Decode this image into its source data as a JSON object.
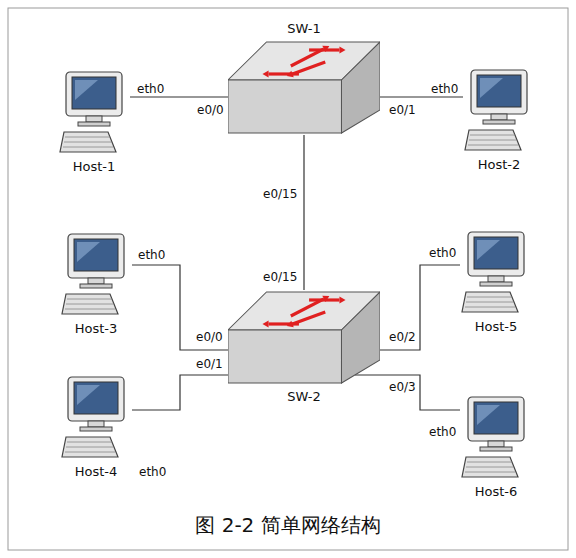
{
  "diagram": {
    "caption": "图 2-2 简单网络结构",
    "nodes": [
      {
        "text": [
          "SW-1"
        ]
      },
      {
        "text": [
          "Host-1"
        ]
      },
      {
        "text": [
          "Host-2"
        ]
      },
      {
        "text": [
          "SW-2"
        ]
      },
      {
        "text": [
          "Host-3"
        ]
      },
      {
        "text": [
          "Host-4"
        ]
      },
      {
        "text": [
          "Host-5"
        ]
      },
      {
        "text": [
          "Host-6"
        ]
      }
    ],
    "edges": [
      {
        "from": 1,
        "to": 0,
        "arrow": "none"
      },
      {
        "from": 0,
        "to": 2,
        "arrow": "none"
      },
      {
        "from": 0,
        "to": 3,
        "arrow": "none"
      },
      {
        "from": 4,
        "to": 3,
        "arrow": "none"
      },
      {
        "from": 5,
        "to": 3,
        "arrow": "none"
      },
      {
        "from": 3,
        "to": 6,
        "arrow": "none"
      },
      {
        "from": 3,
        "to": 7,
        "arrow": "none"
      }
    ],
    "labels": [
      "eth0",
      "e0/0",
      "e0/1",
      "eth0",
      "e0/15",
      "e0/15",
      "eth0",
      "e0/0",
      "e0/2",
      "eth0",
      "e0/1",
      "eth0",
      "e0/3",
      "eth0"
    ]
  }
}
